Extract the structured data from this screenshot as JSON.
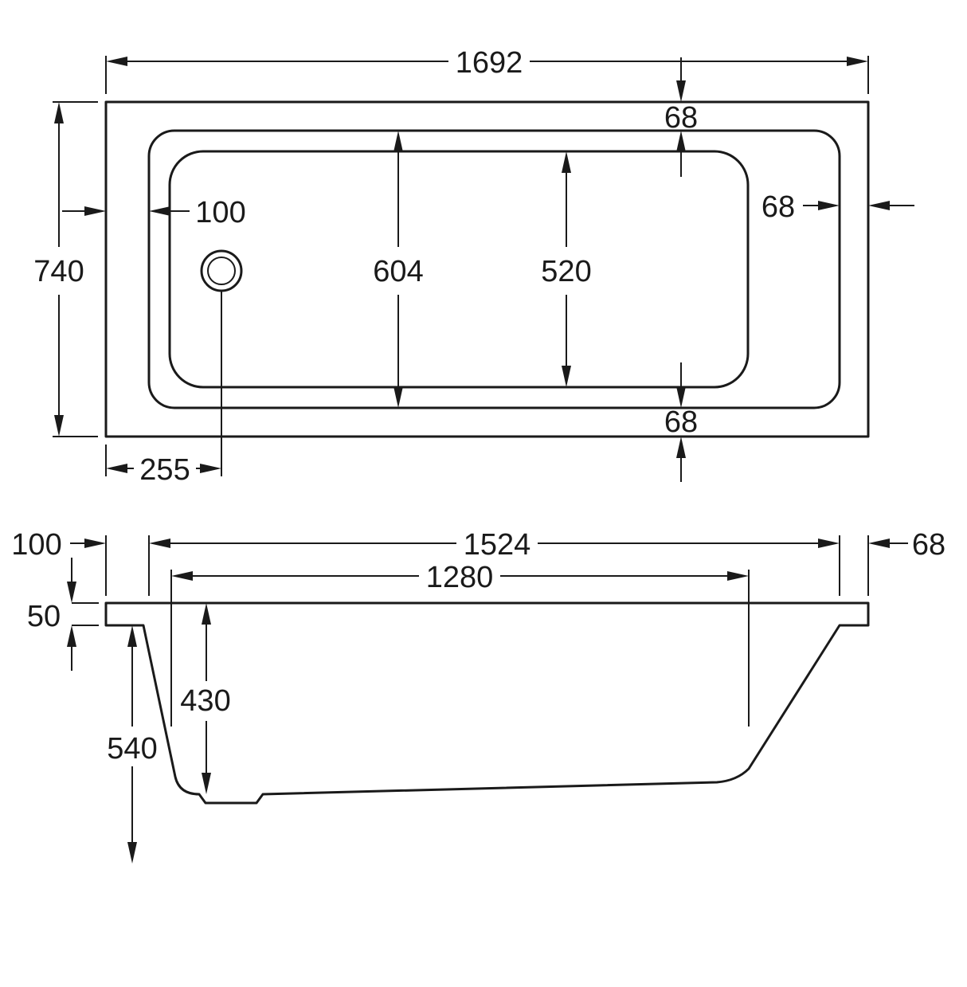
{
  "top_view": {
    "overall_length": "1692",
    "overall_width": "740",
    "inner_width": "604",
    "base_width": "520",
    "rim_top": "68",
    "rim_bottom": "68",
    "rim_right": "68",
    "rim_left": "100",
    "waste_offset": "255"
  },
  "side_view": {
    "top_length": "1524",
    "base_length": "1280",
    "left_rim": "100",
    "right_rim": "68",
    "rim_thickness": "50",
    "inner_depth": "430",
    "overall_depth": "540"
  },
  "colors": {
    "line": "#1a1a1a",
    "background": "#ffffff"
  }
}
